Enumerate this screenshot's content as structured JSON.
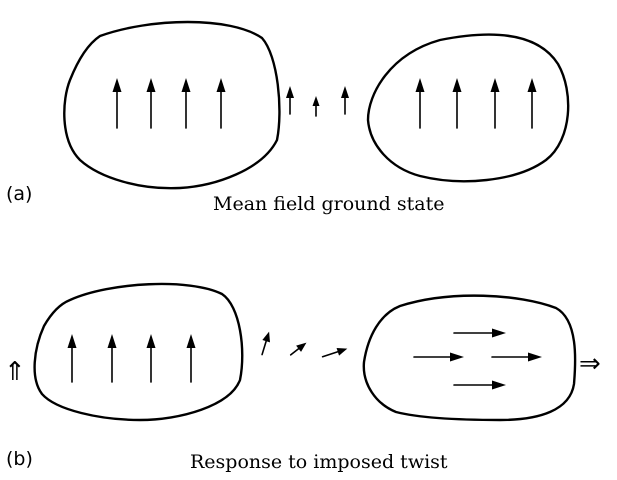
{
  "panel_a": {
    "label": "(a)",
    "caption": "Mean field ground state"
  },
  "panel_b": {
    "label": "(b)",
    "caption": "Response to imposed twist"
  },
  "symbols": {
    "left_applied_field": "⇑",
    "right_applied_field": "⇒"
  },
  "icons": {
    "grain": "grain-outline-icon",
    "spin": "spin-arrow-icon",
    "applied_field": "double-arrow-icon"
  }
}
